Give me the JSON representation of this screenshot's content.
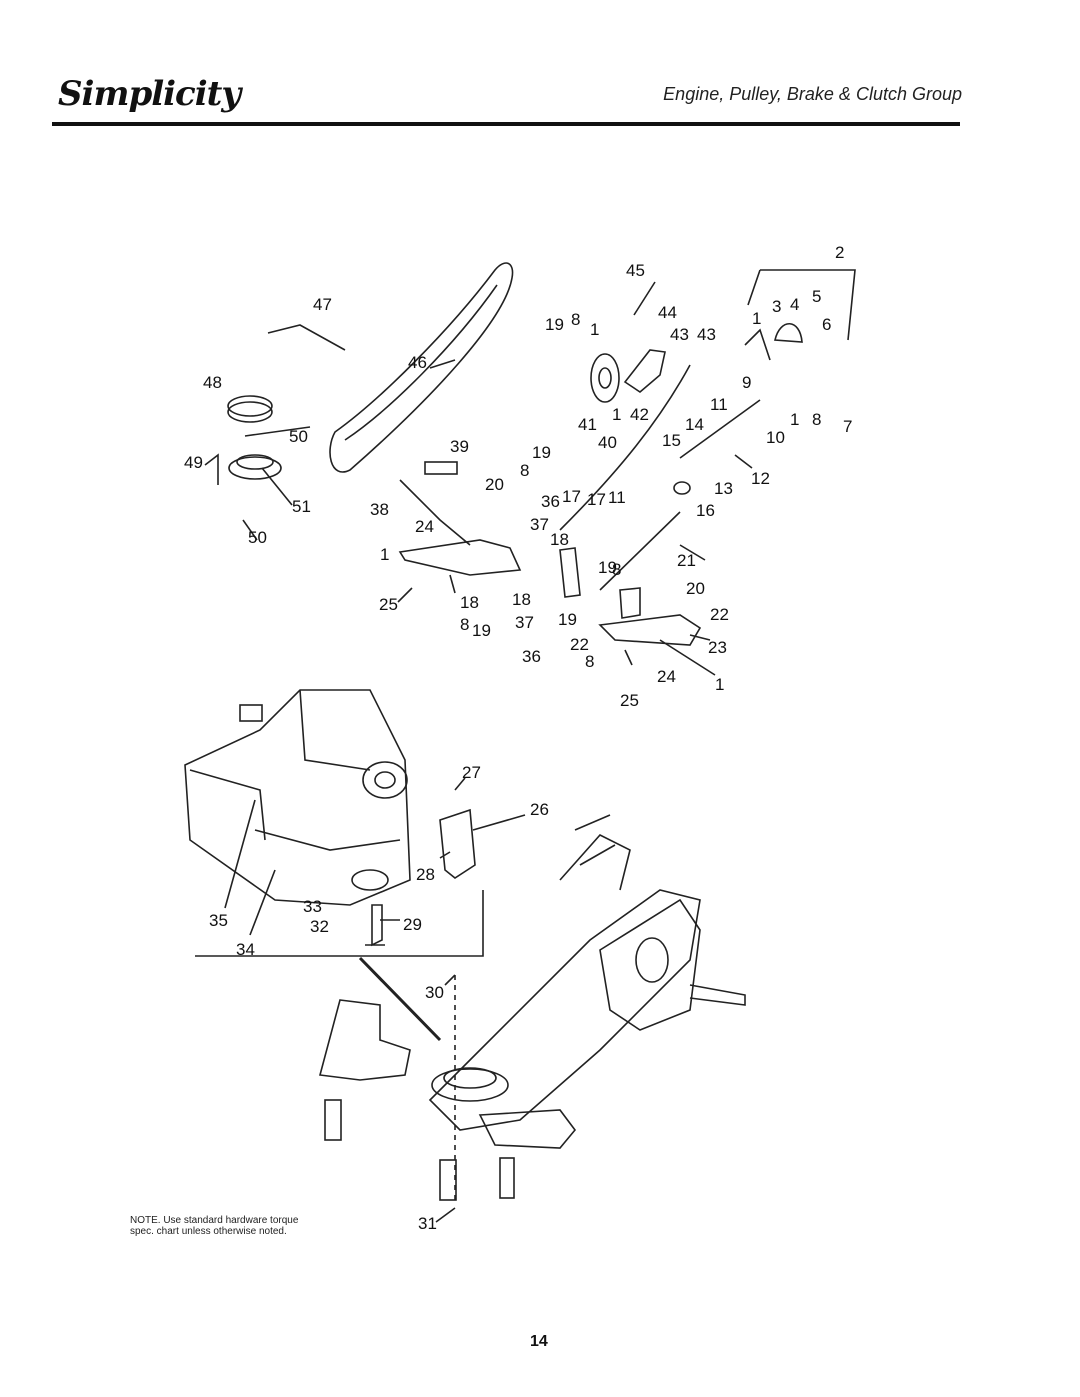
{
  "header": {
    "brand": "Simplicity",
    "title": "Engine, Pulley, Brake & Clutch Group"
  },
  "callouts": [
    "1",
    "2",
    "3",
    "4",
    "5",
    "6",
    "7",
    "8",
    "9",
    "10",
    "11",
    "12",
    "13",
    "14",
    "15",
    "16",
    "17",
    "18",
    "19",
    "20",
    "21",
    "22",
    "23",
    "24",
    "25",
    "26",
    "27",
    "28",
    "29",
    "30",
    "31",
    "32",
    "33",
    "34",
    "35",
    "36",
    "37",
    "38",
    "39",
    "40",
    "41",
    "42",
    "43",
    "44",
    "45",
    "46",
    "47",
    "48",
    "49",
    "50",
    "51"
  ],
  "note": "NOTE. Use standard hardware torque spec. chart unless otherwise noted.",
  "page_number": "14"
}
